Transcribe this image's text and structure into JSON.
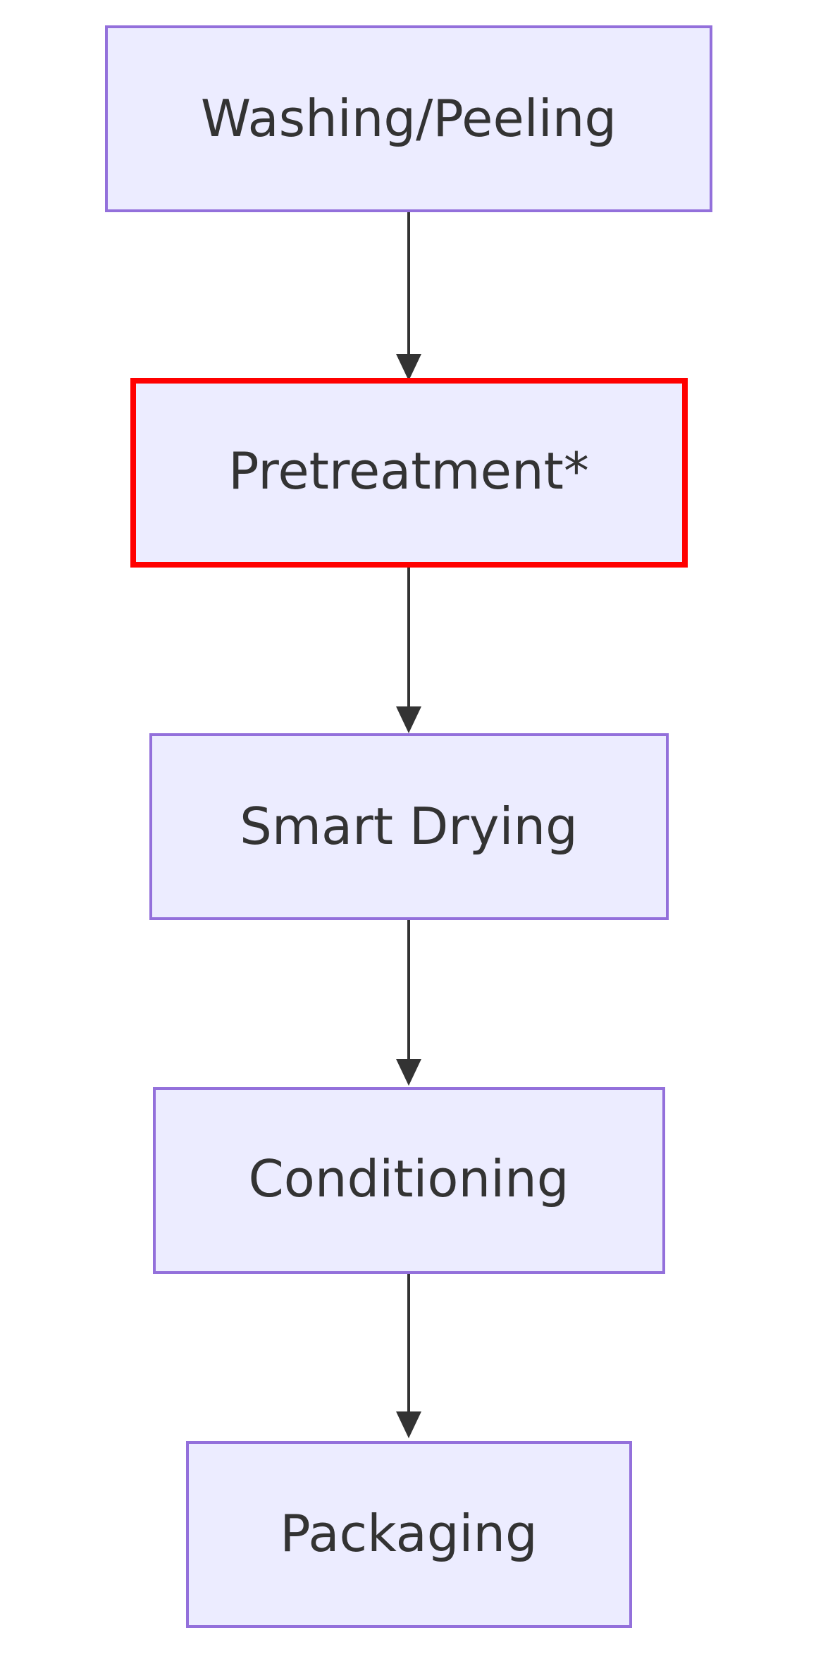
{
  "diagram": {
    "type": "flowchart",
    "direction": "top-to-bottom",
    "nodes": [
      {
        "id": "washing",
        "label": "Washing/Peeling",
        "highlight": false
      },
      {
        "id": "pretreatment",
        "label": "Pretreatment*",
        "highlight": true
      },
      {
        "id": "drying",
        "label": "Smart Drying",
        "highlight": false
      },
      {
        "id": "conditioning",
        "label": "Conditioning",
        "highlight": false
      },
      {
        "id": "packaging",
        "label": "Packaging",
        "highlight": false
      }
    ],
    "edges": [
      {
        "from": "washing",
        "to": "pretreatment"
      },
      {
        "from": "pretreatment",
        "to": "drying"
      },
      {
        "from": "drying",
        "to": "conditioning"
      },
      {
        "from": "conditioning",
        "to": "packaging"
      }
    ],
    "colors": {
      "node_fill": "#ECECFF",
      "node_border": "#9370DB",
      "highlight_border": "#FF0000",
      "text": "#333333",
      "edge": "#333333"
    }
  }
}
